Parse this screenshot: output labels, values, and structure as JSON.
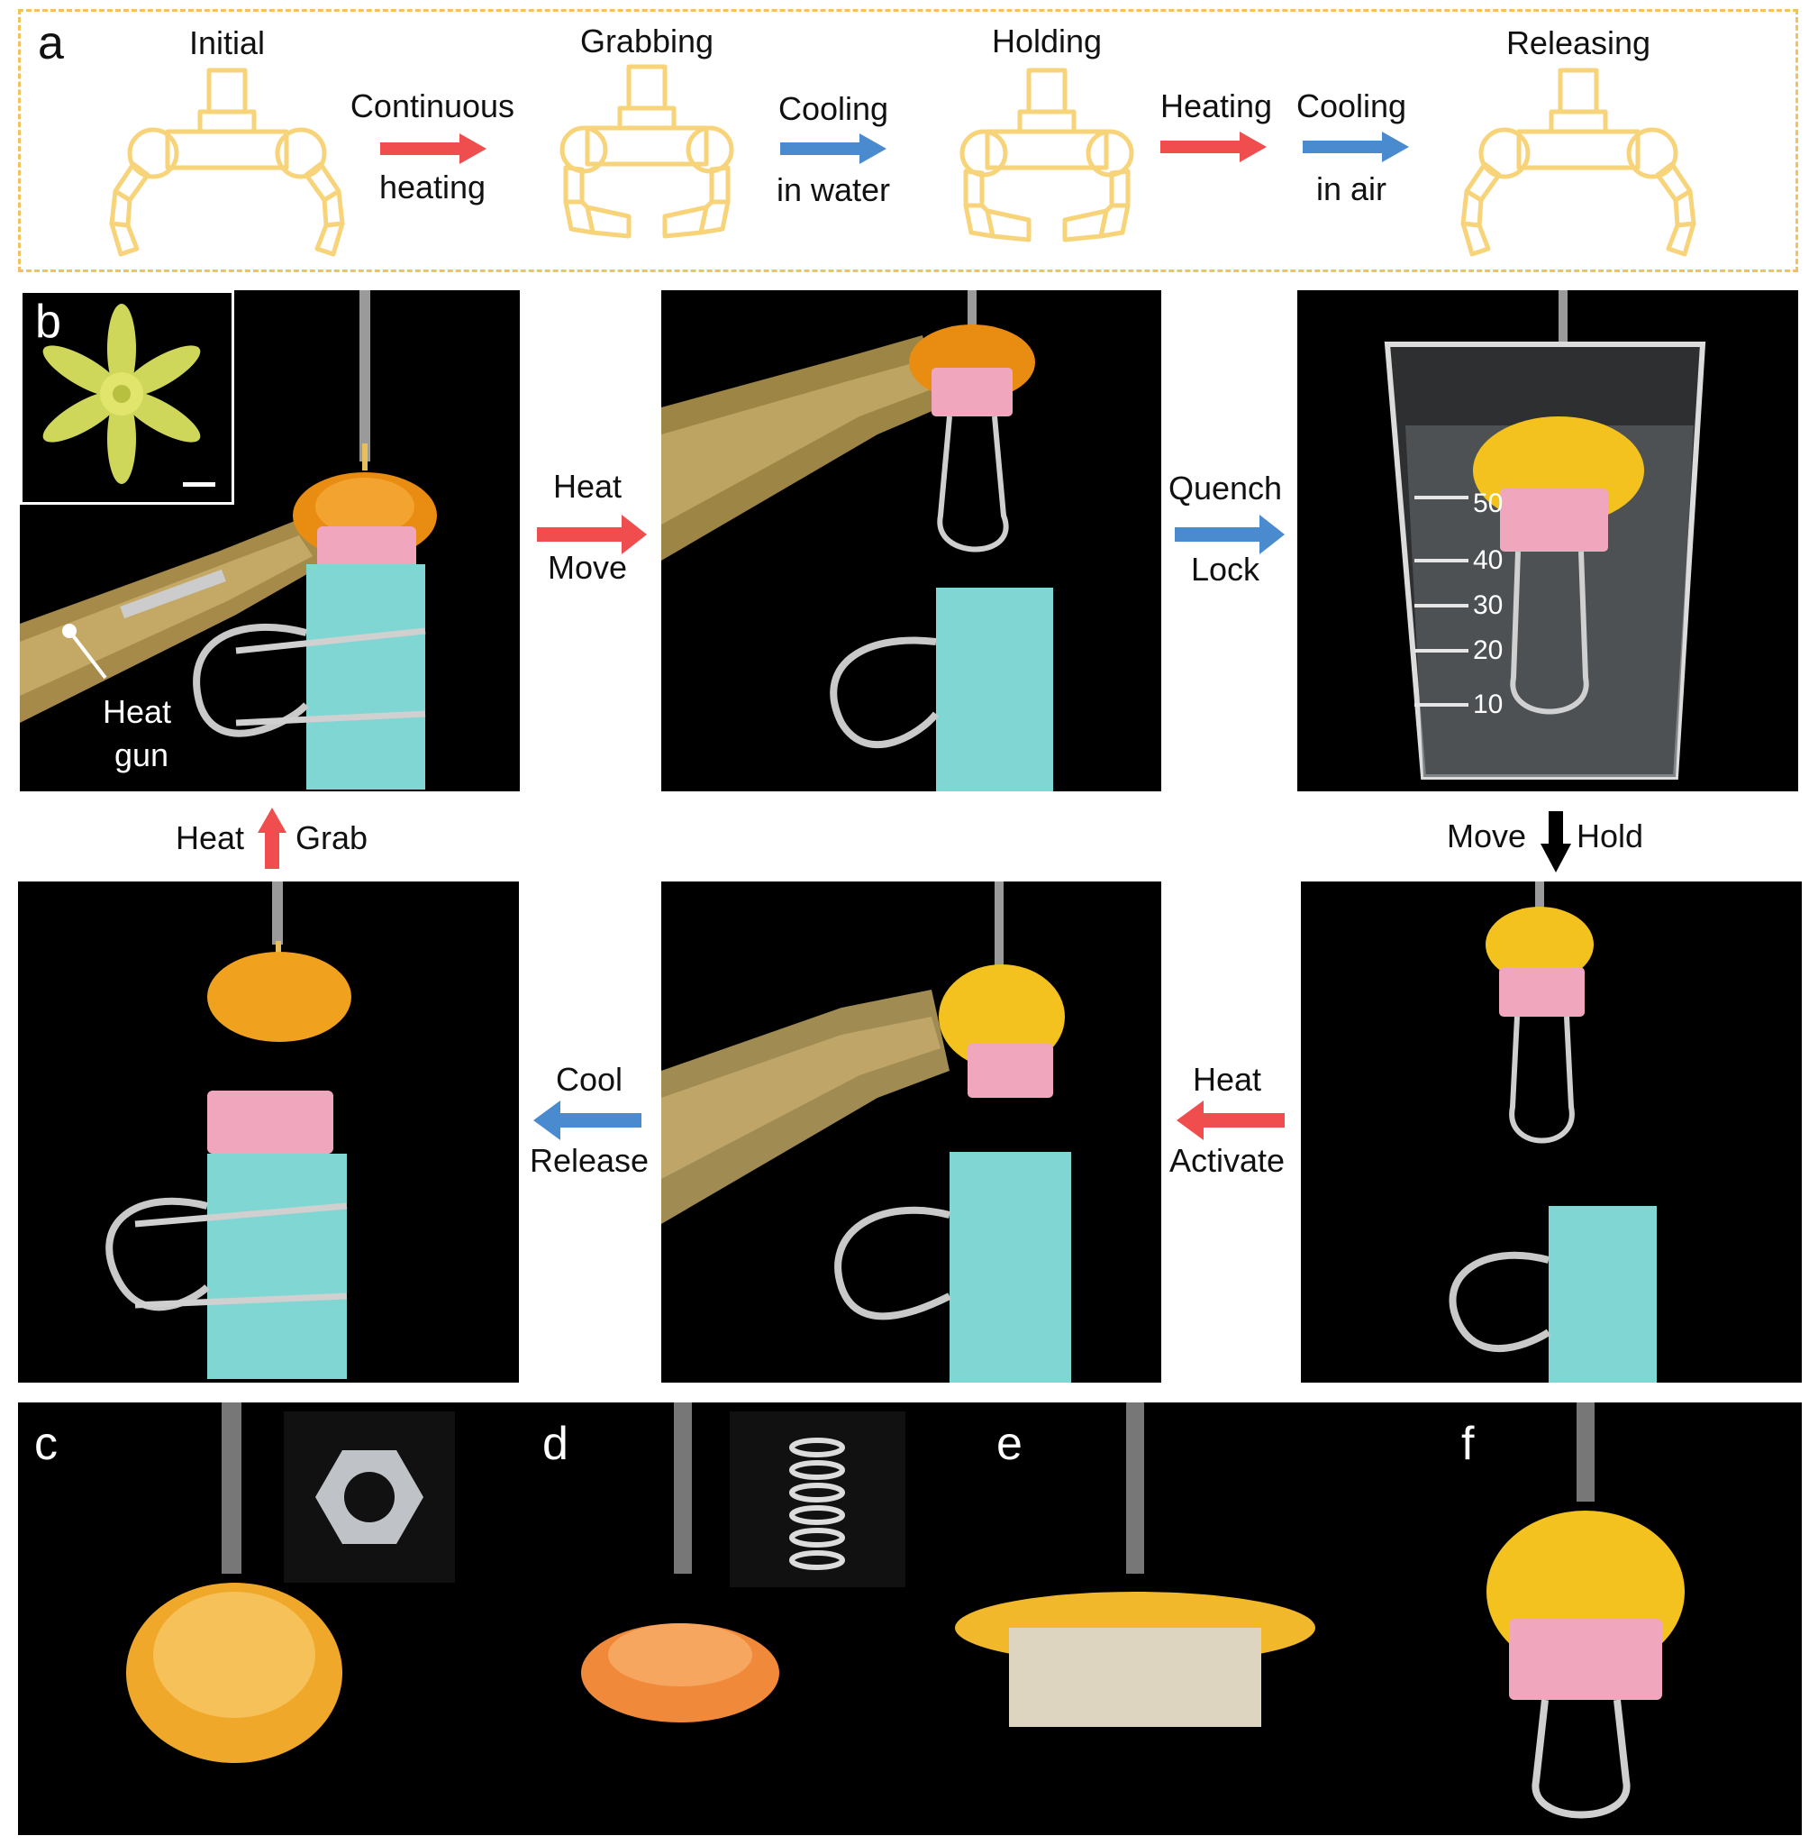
{
  "colors": {
    "heat_arrow": "#f04e4e",
    "cool_arrow": "#4a8bd0",
    "neutral_arrow": "#000000",
    "gripper_outline": "#f7d37a",
    "panel_a_border": "#f2c35c",
    "photo_bg": "#000000",
    "clip_pink": "#f0a7bd",
    "clip_cyan": "#7fd6d3",
    "gripper_orange": "#f0a21f",
    "gripper_yellow": "#f6c324",
    "inset_green": "#cfd75a"
  },
  "panel_a": {
    "letter": "a",
    "stages": [
      "Initial",
      "Grabbing",
      "Holding",
      "Releasing"
    ],
    "arrow1": {
      "top": "Continuous",
      "bottom": "heating",
      "color": "heat"
    },
    "arrow2": {
      "top": "Cooling",
      "bottom": "in water",
      "color": "cool"
    },
    "arrow3": {
      "top": "Heating",
      "color": "heat"
    },
    "arrow4": {
      "top": "Cooling",
      "bottom": "in air",
      "color": "cool"
    }
  },
  "panel_b": {
    "letter": "b",
    "heat_gun_label_1": "Heat",
    "heat_gun_label_2": "gun",
    "step_heat_move": {
      "top": "Heat",
      "bottom": "Move"
    },
    "step_quench_lock": {
      "top": "Quench",
      "bottom": "Lock"
    },
    "step_move_hold": {
      "left": "Move",
      "right": "Hold"
    },
    "step_heat_activate": {
      "top": "Heat",
      "bottom": "Activate"
    },
    "step_cool_release": {
      "top": "Cool",
      "bottom": "Release"
    },
    "step_heat_grab": {
      "left": "Heat",
      "right": "Grab"
    },
    "beaker_marks": [
      "50",
      "40",
      "30",
      "20",
      "10"
    ]
  },
  "bottom_panels": {
    "c": {
      "letter": "c",
      "icon": "hex-nut-icon"
    },
    "d": {
      "letter": "d",
      "icon": "spring-icon"
    },
    "e": {
      "letter": "e",
      "icon": "block-icon"
    },
    "f": {
      "letter": "f",
      "icon": "binder-clip-icon"
    }
  }
}
